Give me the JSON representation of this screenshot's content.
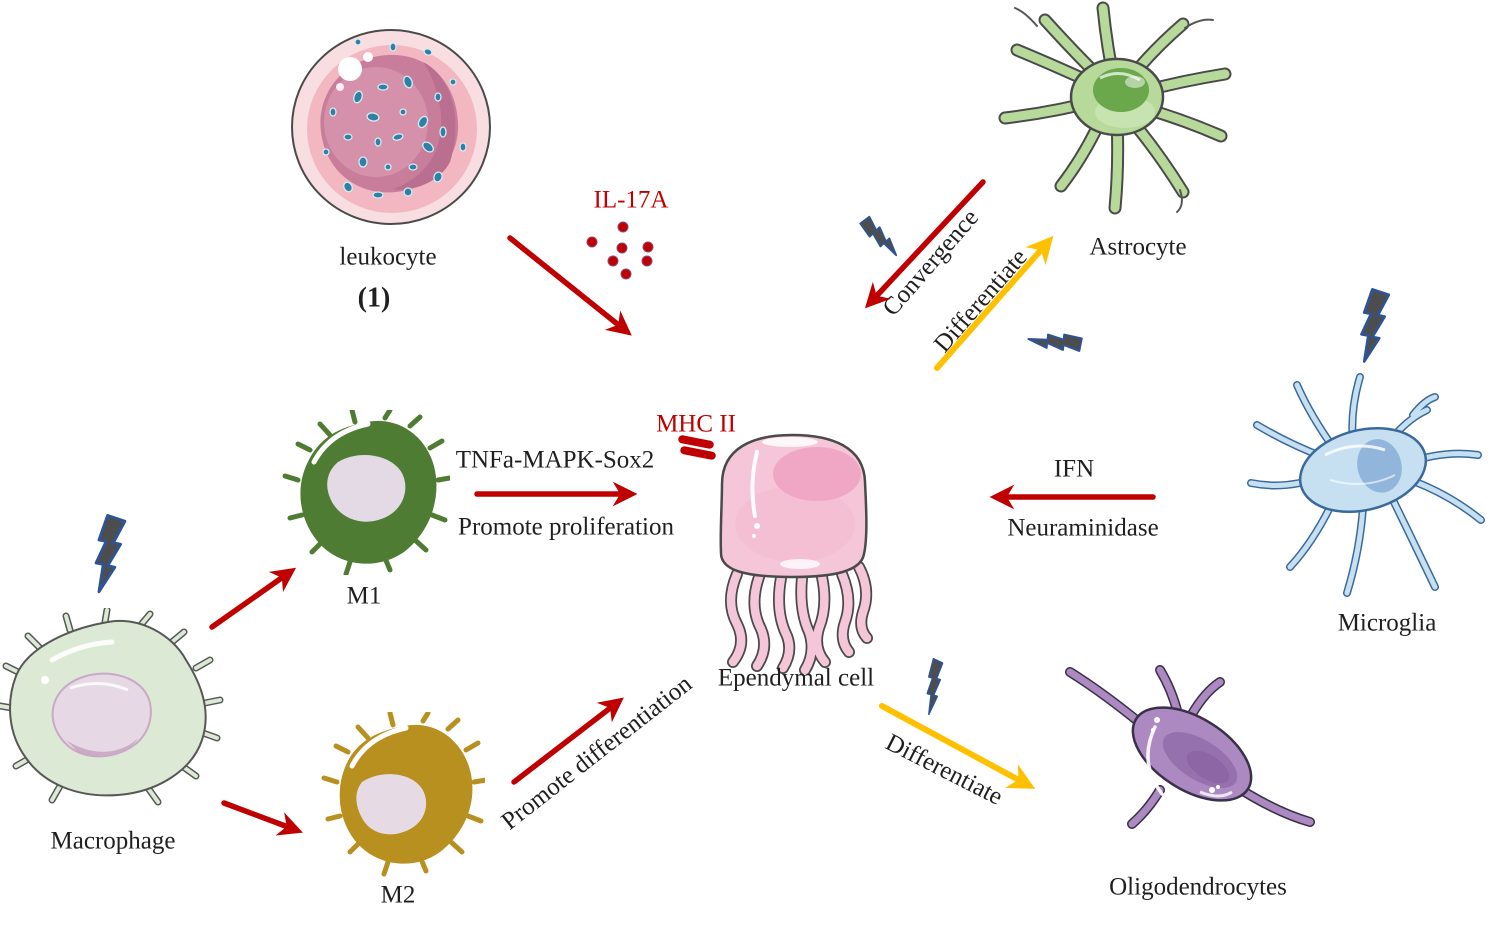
{
  "diagram": {
    "labels": {
      "leukocyte": "leukocyte",
      "step_number": "(1)",
      "il17a": "IL-17A",
      "astrocyte": "Astrocyte",
      "convergence": "Convergence",
      "differentiate_to_astrocyte": "Differentiate",
      "microglia": "Microglia",
      "ifn": "IFN",
      "neuraminidase": "Neuraminidase",
      "mhc_ii": "MHC II",
      "tnfa_mapk_sox2": "TNFa-MAPK-Sox2",
      "promote_proliferation": "Promote proliferation",
      "ependymal_cell": "Ependymal cell",
      "m1": "M1",
      "macrophage": "Macrophage",
      "m2": "M2",
      "promote_differentiation": "Promote differentiation",
      "differentiate_to_oligodendrocytes": "Differentiate",
      "oligodendrocytes": "Oligodendrocytes"
    },
    "colors": {
      "arrow_red": "#C00000",
      "arrow_yellow": "#FFC000",
      "highlight_text_red": "#C00000",
      "body_text": "#1f1f1f",
      "lightning_fill": "#4d4d4d",
      "lightning_outline": "#2F5496",
      "leukocyte_pink": "#F2B7C0",
      "leukocyte_nucleus": "#C87E9B",
      "leukocyte_granule_teal": "#2E81A6",
      "astrocyte_green": "#B7DA9B",
      "astrocyte_nucleus": "#6BA84C",
      "microglia_blue": "#C6E0F2",
      "microglia_nucleus": "#92B5DB",
      "macrophage_green": "#DCE9D5",
      "macrophage_nucleus": "#E6D9E5",
      "m1_green": "#4E7C33",
      "m2_gold": "#B8901F",
      "ependymal_pink": "#F5C6D7",
      "oligodendrocyte_purple": "#AC89C0"
    }
  }
}
